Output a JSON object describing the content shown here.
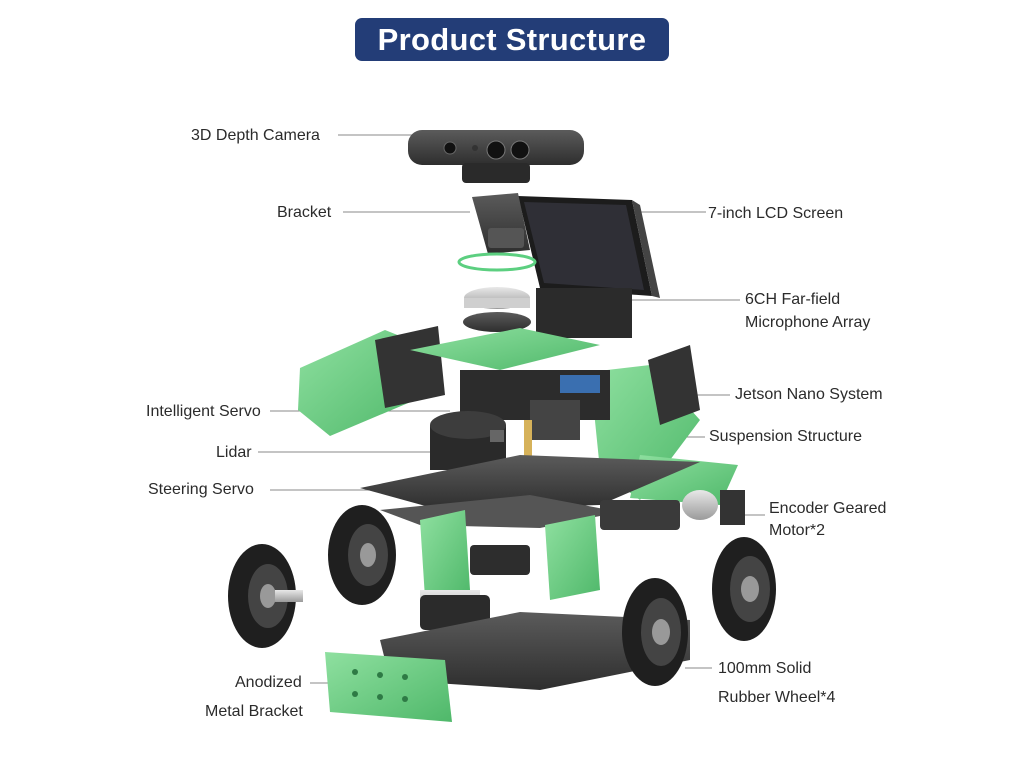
{
  "title": "Product Structure",
  "colors": {
    "title_bg": "#233d77",
    "title_text": "#ffffff",
    "label_text": "#2b2b2b",
    "leader_line": "#8a8a8a",
    "bracket_green": "#6fcf86",
    "chassis_dark": "#4a4a4a",
    "tire_black": "#1f1f1f"
  },
  "labels": {
    "depth_camera": "3D Depth Camera",
    "bracket": "Bracket",
    "lcd_screen": "7-inch LCD Screen",
    "microphone_line1": "6CH Far-field",
    "microphone_line2": "Microphone Array",
    "jetson_nano": "Jetson Nano System",
    "intelligent_servo": "Intelligent Servo",
    "suspension": "Suspension Structure",
    "lidar": "Lidar",
    "steering_servo": "Steering Servo",
    "motor_line1": "Encoder Geared",
    "motor_line2": "Motor*2",
    "wheel_line1": "100mm Solid",
    "wheel_line2": "Rubber Wheel*4",
    "metal_bracket_line1": "Anodized",
    "metal_bracket_line2": "Metal Bracket"
  }
}
